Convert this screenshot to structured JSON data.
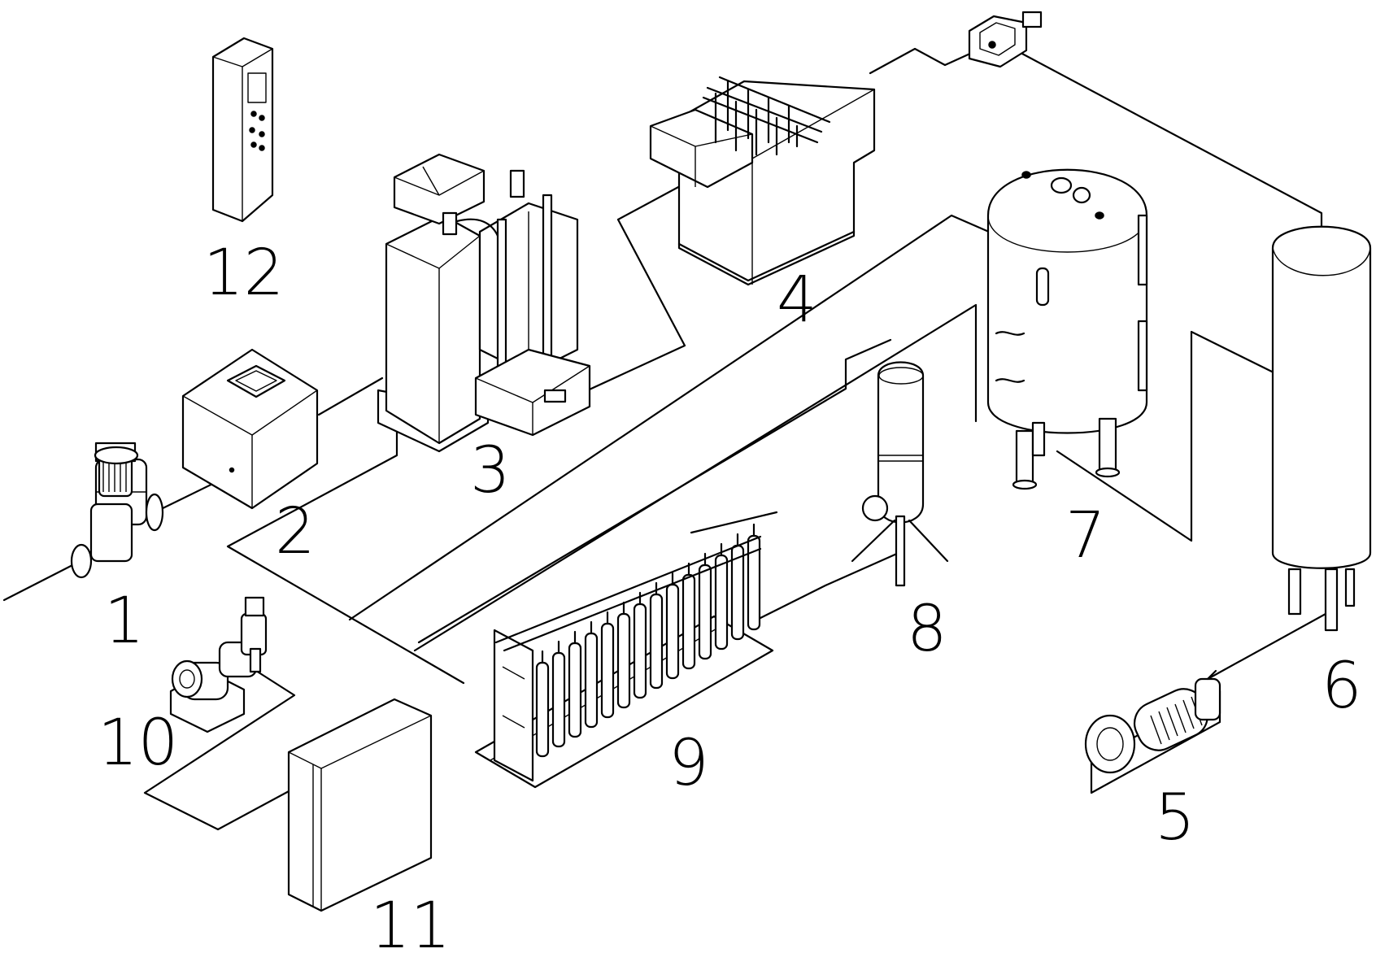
{
  "labels": {
    "pump_1": "1",
    "box_2": "2",
    "tank_3": "3",
    "tank_4": "4",
    "motor_5": "5",
    "column_6": "6",
    "vessel_7": "7",
    "filter_8": "8",
    "membrane_rack_9": "9",
    "pump_10": "10",
    "cabinet_11": "11",
    "control_panel_12": "12"
  },
  "colors": {
    "stroke": "#000000",
    "background": "#ffffff"
  }
}
